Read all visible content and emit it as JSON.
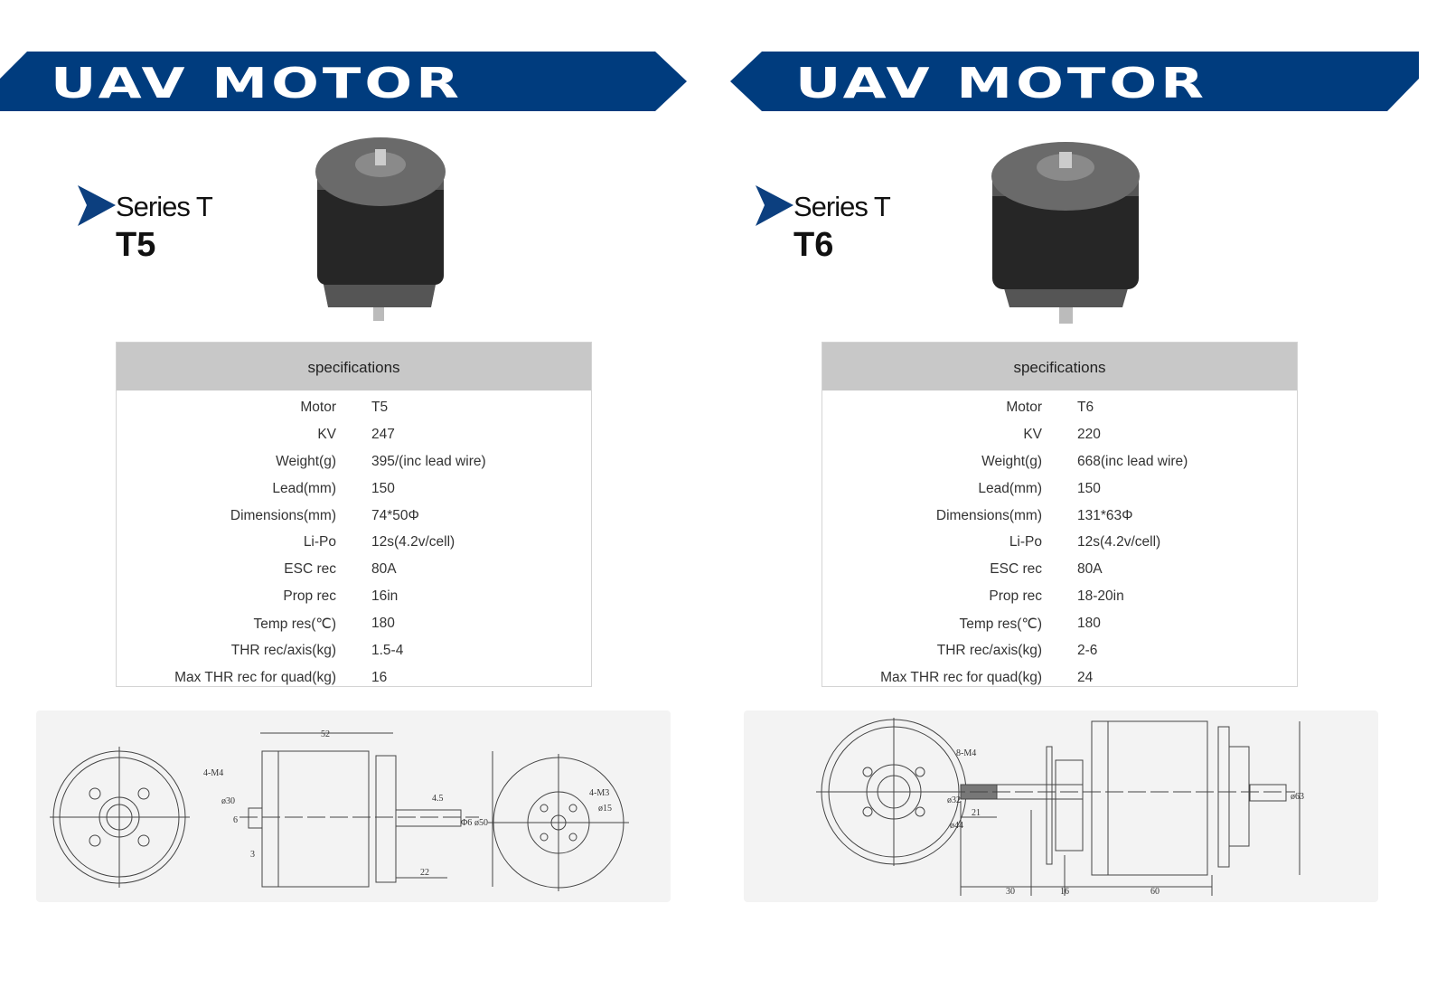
{
  "panels": [
    {
      "banner_title": "UAV MOTOR",
      "series": "Series T",
      "model": "T5",
      "spec_header": "specifications",
      "specs": [
        {
          "k": "Motor",
          "v": "T5"
        },
        {
          "k": "KV",
          "v": "247"
        },
        {
          "k": "Weight(g)",
          "v": "395/(inc lead wire)"
        },
        {
          "k": "Lead(mm)",
          "v": "150"
        },
        {
          "k": "Dimensions(mm)",
          "v": "74*50Φ"
        },
        {
          "k": "Li-Po",
          "v": "12s(4.2v/cell)"
        },
        {
          "k": "ESC rec",
          "v": "80A"
        },
        {
          "k": "Prop rec",
          "v": "16in"
        },
        {
          "k": "Temp res(℃)",
          "v": "180"
        },
        {
          "k": "THR rec/axis(kg)",
          "v": "1.5-4"
        },
        {
          "k": "Max THR rec for quad(kg)",
          "v": "16"
        }
      ],
      "drawing_labels": {
        "len": "52",
        "holes": "4-M4",
        "d1": "ø30",
        "shaft": "6",
        "off": "3",
        "key": "4.5",
        "sd": "Φ6",
        "od": "ø50",
        "sl": "22",
        "holes2": "4-M3",
        "d2": "ø15"
      }
    },
    {
      "banner_title": "UAV MOTOR",
      "series": "Series T",
      "model": "T6",
      "spec_header": "specifications",
      "specs": [
        {
          "k": "Motor",
          "v": "T6"
        },
        {
          "k": "KV",
          "v": "220"
        },
        {
          "k": "Weight(g)",
          "v": "668(inc lead wire)"
        },
        {
          "k": "Lead(mm)",
          "v": "150"
        },
        {
          "k": "Dimensions(mm)",
          "v": "131*63Φ"
        },
        {
          "k": "Li-Po",
          "v": "12s(4.2v/cell)"
        },
        {
          "k": "ESC rec",
          "v": "80A"
        },
        {
          "k": "Prop rec",
          "v": "18-20in"
        },
        {
          "k": "Temp res(℃)",
          "v": "180"
        },
        {
          "k": "THR rec/axis(kg)",
          "v": "2-6"
        },
        {
          "k": "Max THR rec for quad(kg)",
          "v": "24"
        }
      ],
      "drawing_labels": {
        "holes": "8-M4",
        "d1": "ø32",
        "d2": "ø44",
        "thread": "21",
        "od": "ø63",
        "a": "30",
        "b": "16",
        "c": "60"
      }
    }
  ],
  "colors": {
    "brand": "#003c7e",
    "header_gray": "#c8c8c8"
  }
}
